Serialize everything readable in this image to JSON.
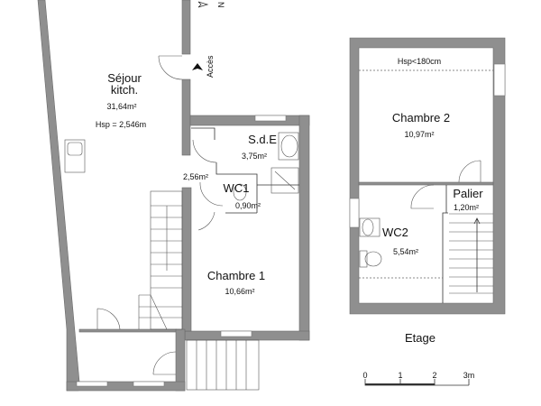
{
  "ground_floor": {
    "rooms": [
      {
        "name": "Séjour",
        "name2": "kitch.",
        "area": "31,64m²",
        "note": "Hsp = 2,546m"
      },
      {
        "name": "S.d.E",
        "area": "3,75m²"
      },
      {
        "name": "",
        "area": "2,56m²"
      },
      {
        "name": "WC1",
        "area": "0,90m²"
      },
      {
        "name": "Chambre 1",
        "area": "10,66m²"
      }
    ],
    "access_label": "Accès",
    "north_label": "N"
  },
  "upper_floor": {
    "title": "Etage",
    "note": "Hsp<180cm",
    "rooms": [
      {
        "name": "Chambre 2",
        "area": "10,97m²"
      },
      {
        "name": "Palier",
        "area": "1,20m²"
      },
      {
        "name": "WC2",
        "area": "5,54m²"
      }
    ]
  },
  "scale_bar": {
    "ticks": [
      "0",
      "1",
      "2",
      "3m"
    ]
  },
  "colors": {
    "wall": "#8f8f8f"
  }
}
